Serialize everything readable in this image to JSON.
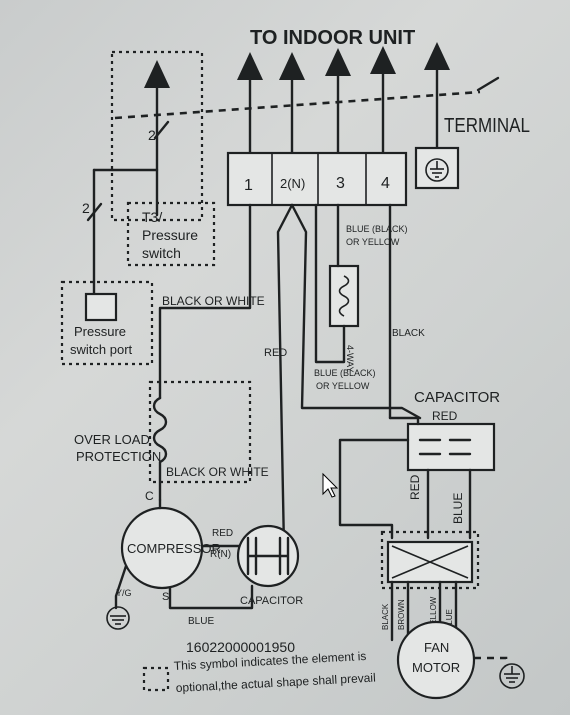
{
  "diagram": {
    "title": "TO INDOOR UNIT",
    "terminal_label": "TERMINAL",
    "terminals": [
      "1",
      "2(N)",
      "3",
      "4"
    ],
    "four_way": {
      "top_label_line1": "BLUE (BLACK)",
      "top_label_line2": "OR YELLOW",
      "bottom_label_line1": "BLUE (BLACK)",
      "bottom_label_line2": "OR YELLOW",
      "side_label": "4-WAY"
    },
    "black_label": "BLACK",
    "t3_label_line1": "T3/",
    "t3_label_line2": "Pressure",
    "t3_label_line3": "switch",
    "pressure_port_line1": "Pressure",
    "pressure_port_line2": "switch port",
    "wire_count_marks": [
      "2",
      "2"
    ],
    "black_or_white_top": "BLACK OR WHITE",
    "red_label": "RED",
    "overload_line1": "OVER LOAD",
    "overload_line2": "PROTECTION",
    "black_or_white_mid": "BLACK OR WHITE",
    "c_label": "C",
    "compressor_label": "COMPRESSOR",
    "compressor_red": "RED",
    "rn_label": "R(N)",
    "s_label": "S",
    "yg_label": "Y/G",
    "blue_label": "BLUE",
    "compressor_capacitor_label": "CAPACITOR",
    "fan_capacitor_label": "CAPACITOR",
    "fan_capacitor_red": "RED",
    "fan_red": "RED",
    "fan_blue": "BLUE",
    "fan_wire_labels": [
      "BLACK",
      "BROWN",
      "YELLOW",
      "BLUE"
    ],
    "fan_motor_line1": "FAN",
    "fan_motor_line2": "MOTOR",
    "part_number": "16022000001950",
    "note_line1": "This symbol indicates the element is",
    "note_line2": "optional,the actual shape shall prevail"
  }
}
